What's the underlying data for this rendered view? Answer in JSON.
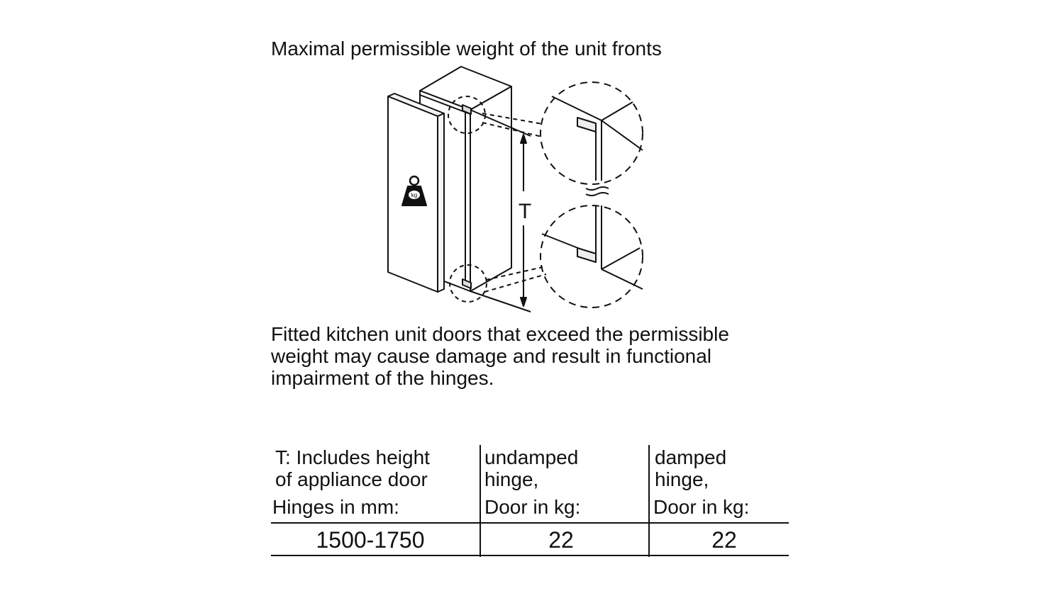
{
  "heading": "Maximal permissible weight of the unit fronts",
  "diagram": {
    "dimension_label": "T",
    "weight_icon_label": "kg"
  },
  "paragraph": {
    "line1": "Fitted kitchen unit doors that exceed the permissible",
    "line2": "weight may cause damage and result in functional",
    "line3": "impairment of the hinges."
  },
  "table": {
    "columns": [
      {
        "line1": "T: Includes height",
        "line2": "of appliance door",
        "unit": "Hinges in mm:"
      },
      {
        "line1": "undamped",
        "line2": "hinge,",
        "unit": "Door in kg:"
      },
      {
        "line1": "damped",
        "line2": "hinge,",
        "unit": "Door in kg:"
      }
    ],
    "rows": [
      [
        "1500-1750",
        "22",
        "22"
      ]
    ]
  }
}
